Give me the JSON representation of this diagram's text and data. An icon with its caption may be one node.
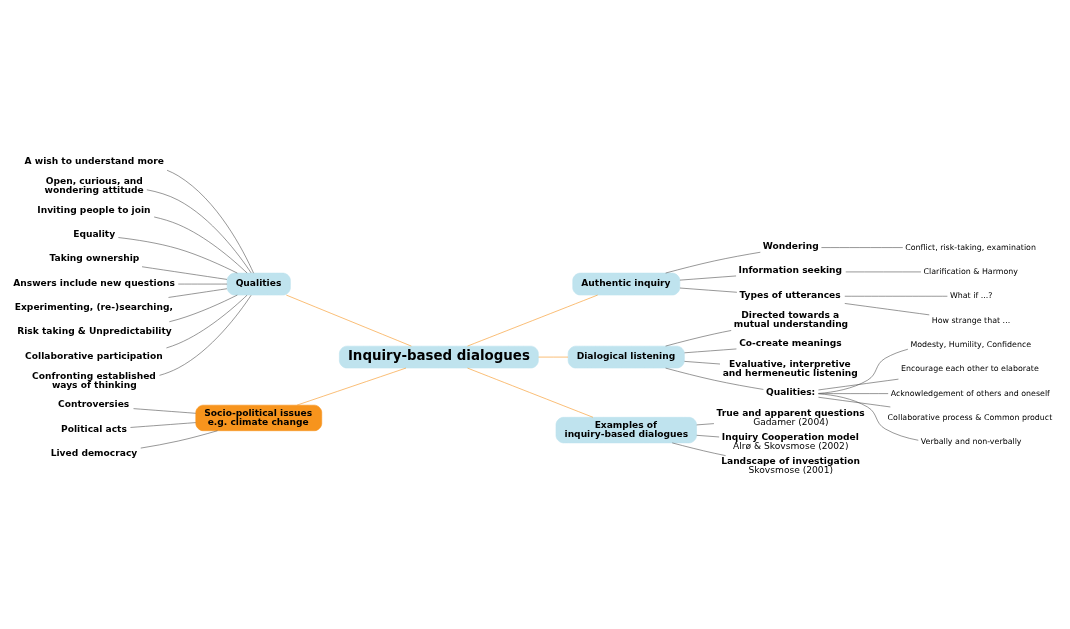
{
  "diagram": {
    "nodes": [
      {
        "text": [
          "Inquiry-based dialogues"
        ]
      },
      {
        "text": [
          "Qualities"
        ]
      },
      {
        "text": [
          "A wish to understand more"
        ]
      },
      {
        "text": [
          "Open, curious, and wondering attitude"
        ]
      },
      {
        "text": [
          "Inviting people to join"
        ]
      },
      {
        "text": [
          "Equality"
        ]
      },
      {
        "text": [
          "Taking ownership"
        ]
      },
      {
        "text": [
          "Answers include new questions"
        ]
      },
      {
        "text": [
          "Experimenting, (re-)searching,"
        ]
      },
      {
        "text": [
          "Risk taking & Unpredictability"
        ]
      },
      {
        "text": [
          "Collaborative participation"
        ]
      },
      {
        "text": [
          "Confronting established ways of thinking"
        ]
      },
      {
        "text": [
          "Authentic inquiry"
        ]
      },
      {
        "text": [
          "Wondering"
        ]
      },
      {
        "text": [
          "Conflict, risk-taking, examination"
        ]
      },
      {
        "text": [
          "Information seeking"
        ]
      },
      {
        "text": [
          "Clarification & Harmony"
        ]
      },
      {
        "text": [
          "Types of utterances"
        ]
      },
      {
        "text": [
          "What if ...?"
        ]
      },
      {
        "text": [
          "How strange that ..."
        ]
      },
      {
        "text": [
          "Dialogical listening"
        ]
      },
      {
        "text": [
          "Directed towards a mutual understanding"
        ]
      },
      {
        "text": [
          "Co-create meanings"
        ]
      },
      {
        "text": [
          "Evaluative, interpretive and hermeneutic listening"
        ]
      },
      {
        "text": [
          "Qualities:"
        ]
      },
      {
        "text": [
          "Modesty, Humility, Confidence"
        ]
      },
      {
        "text": [
          "Encourage each other to elaborate"
        ]
      },
      {
        "text": [
          "Acknowledgement of others and oneself"
        ]
      },
      {
        "text": [
          "Collaborative process & Common product"
        ]
      },
      {
        "text": [
          "Verbally and non-verbally"
        ]
      },
      {
        "text": [
          "Examples of inquiry-based dialogues"
        ]
      },
      {
        "text": [
          "True and apparent questions",
          "Gadamer (2004)"
        ]
      },
      {
        "text": [
          "Inquiry Cooperation model",
          "Alrø & Skovsmose (2002)"
        ]
      },
      {
        "text": [
          "Landscape of investigation",
          "Skovsmose (2001)"
        ]
      },
      {
        "text": [
          "Socio-political issues e.g. climate change"
        ]
      },
      {
        "text": [
          "Controversies"
        ]
      },
      {
        "text": [
          "Political acts"
        ]
      },
      {
        "text": [
          "Lived democracy"
        ]
      }
    ],
    "edges": [
      {
        "from": 0,
        "to": 1,
        "arrow": "none",
        "color": "#f7941d"
      },
      {
        "from": 1,
        "to": 2,
        "arrow": "none"
      },
      {
        "from": 1,
        "to": 3,
        "arrow": "none"
      },
      {
        "from": 1,
        "to": 4,
        "arrow": "none"
      },
      {
        "from": 1,
        "to": 5,
        "arrow": "none"
      },
      {
        "from": 1,
        "to": 6,
        "arrow": "none"
      },
      {
        "from": 1,
        "to": 7,
        "arrow": "none"
      },
      {
        "from": 1,
        "to": 8,
        "arrow": "none"
      },
      {
        "from": 1,
        "to": 9,
        "arrow": "none"
      },
      {
        "from": 1,
        "to": 10,
        "arrow": "none"
      },
      {
        "from": 1,
        "to": 11,
        "arrow": "none"
      },
      {
        "from": 0,
        "to": 12,
        "arrow": "none",
        "color": "#f7941d"
      },
      {
        "from": 12,
        "to": 13,
        "arrow": "none"
      },
      {
        "from": 13,
        "to": 14,
        "arrow": "none"
      },
      {
        "from": 12,
        "to": 15,
        "arrow": "none"
      },
      {
        "from": 15,
        "to": 16,
        "arrow": "none"
      },
      {
        "from": 12,
        "to": 17,
        "arrow": "none"
      },
      {
        "from": 17,
        "to": 18,
        "arrow": "none"
      },
      {
        "from": 17,
        "to": 19,
        "arrow": "none"
      },
      {
        "from": 0,
        "to": 20,
        "arrow": "none",
        "color": "#f7941d"
      },
      {
        "from": 20,
        "to": 21,
        "arrow": "none"
      },
      {
        "from": 20,
        "to": 22,
        "arrow": "none"
      },
      {
        "from": 20,
        "to": 23,
        "arrow": "none"
      },
      {
        "from": 20,
        "to": 24,
        "arrow": "none"
      },
      {
        "from": 24,
        "to": 25,
        "arrow": "none"
      },
      {
        "from": 24,
        "to": 26,
        "arrow": "none"
      },
      {
        "from": 24,
        "to": 27,
        "arrow": "none"
      },
      {
        "from": 24,
        "to": 28,
        "arrow": "none"
      },
      {
        "from": 24,
        "to": 29,
        "arrow": "none"
      },
      {
        "from": 0,
        "to": 30,
        "arrow": "none",
        "color": "#f7941d"
      },
      {
        "from": 30,
        "to": 31,
        "arrow": "none"
      },
      {
        "from": 30,
        "to": 32,
        "arrow": "none"
      },
      {
        "from": 30,
        "to": 33,
        "arrow": "none"
      },
      {
        "from": 0,
        "to": 34,
        "arrow": "none",
        "color": "#f7941d"
      },
      {
        "from": 34,
        "to": 35,
        "arrow": "none"
      },
      {
        "from": 34,
        "to": 36,
        "arrow": "none"
      },
      {
        "from": 34,
        "to": 37,
        "arrow": "none"
      }
    ]
  }
}
